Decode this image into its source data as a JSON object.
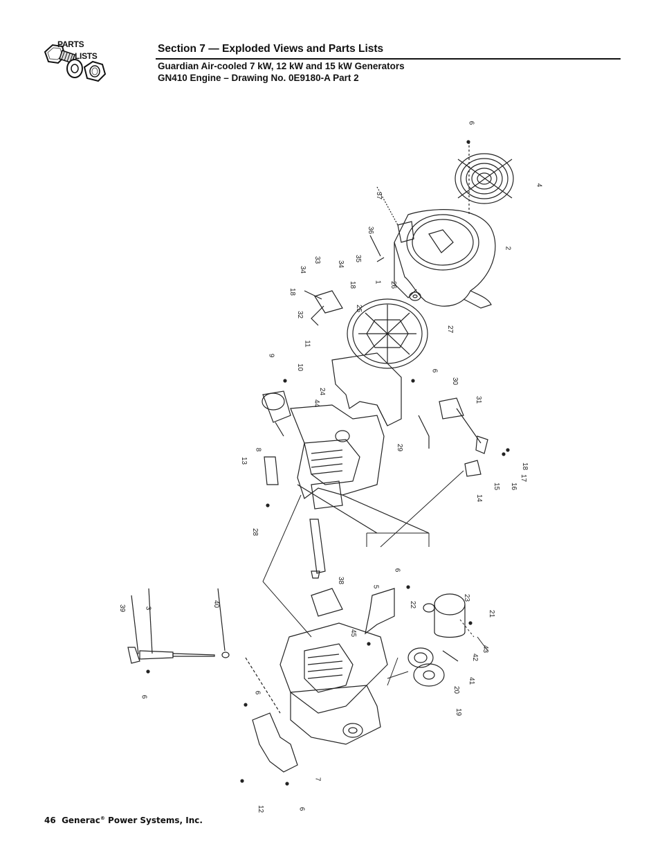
{
  "logo": {
    "line1": "PARTS",
    "line2": "LISTS"
  },
  "header": {
    "section": "Section 7 — Exploded Views and Parts Lists",
    "subtitle1": "Guardian Air-cooled 7 kW, 12 kW and 15 kW Generators",
    "subtitle2": "GN410 Engine – Drawing No. 0E9180-A Part 2"
  },
  "callouts": [
    "6",
    "4",
    "37",
    "2",
    "36",
    "35",
    "1",
    "33",
    "34",
    "34",
    "18",
    "18",
    "32",
    "26",
    "25",
    "27",
    "11",
    "9",
    "10",
    "6",
    "24",
    "44",
    "8",
    "13",
    "30",
    "31",
    "29",
    "15",
    "14",
    "16",
    "17",
    "18",
    "28",
    "38",
    "6",
    "5",
    "22",
    "23",
    "21",
    "45",
    "42",
    "43",
    "41",
    "20",
    "19",
    "39",
    "3",
    "40",
    "6",
    "6",
    "7",
    "12",
    "6"
  ],
  "footer": {
    "page": "46",
    "company": "Generac",
    "reg": "®",
    "rest": " Power Systems, Inc."
  }
}
